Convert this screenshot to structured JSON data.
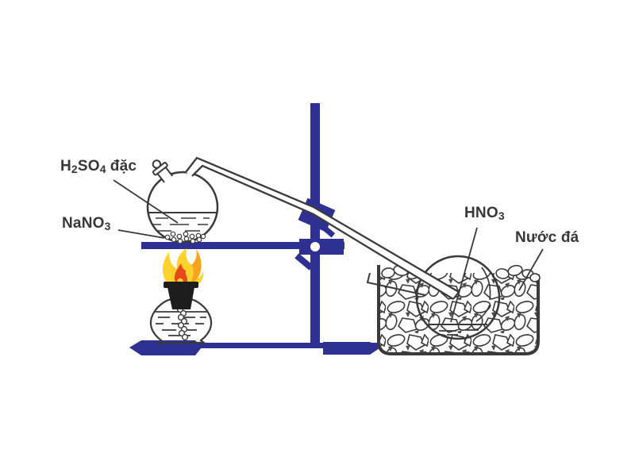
{
  "diagram": {
    "labels": {
      "h2so4": {
        "head": "H",
        "sub1": "2",
        "mid": "SO",
        "sub2": "4",
        "suffix": "đặc"
      },
      "nano3": {
        "head": "NaNO",
        "sub1": "3"
      },
      "hno3": {
        "head": "HNO",
        "sub1": "3"
      },
      "nuoc_da": {
        "text": "Nước đá"
      }
    },
    "colors": {
      "stand_blue": "#2e3192",
      "outline_dark": "#3a3a3a",
      "flame_yellow": "#ffd22e",
      "flame_orange": "#f7a51d",
      "flame_red": "#e8481c"
    }
  }
}
